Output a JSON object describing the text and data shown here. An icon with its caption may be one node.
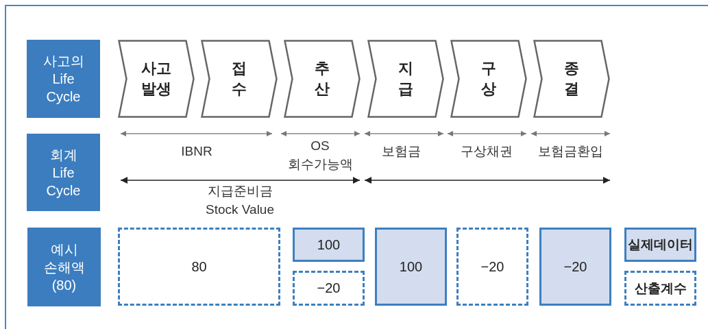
{
  "diagram": {
    "nodes": [
      {
        "text": [
          "사고의 Life Cycle"
        ]
      },
      {
        "text": [
          "사고 발생"
        ]
      },
      {
        "text": [
          "접 수"
        ]
      },
      {
        "text": [
          "추 산"
        ]
      },
      {
        "text": [
          "지 급"
        ]
      },
      {
        "text": [
          "구 상"
        ]
      },
      {
        "text": [
          "종 결"
        ]
      },
      {
        "text": [
          "회계 Life Cycle"
        ]
      },
      {
        "text": [
          "예시 손해액 (80)"
        ]
      },
      {
        "text": [
          "80"
        ]
      },
      {
        "text": [
          "100"
        ]
      },
      {
        "text": [
          "−20"
        ]
      },
      {
        "text": [
          "100"
        ]
      },
      {
        "text": [
          "−20"
        ]
      },
      {
        "text": [
          "−20"
        ]
      }
    ],
    "labels": [
      "IBNR",
      "OS 회수가능액",
      "보험금",
      "구상채권",
      "보험금환입",
      "지급준비금 Stock Value"
    ],
    "legend": [
      {
        "text": "실제데이터"
      },
      {
        "text": "산출계수"
      }
    ]
  }
}
